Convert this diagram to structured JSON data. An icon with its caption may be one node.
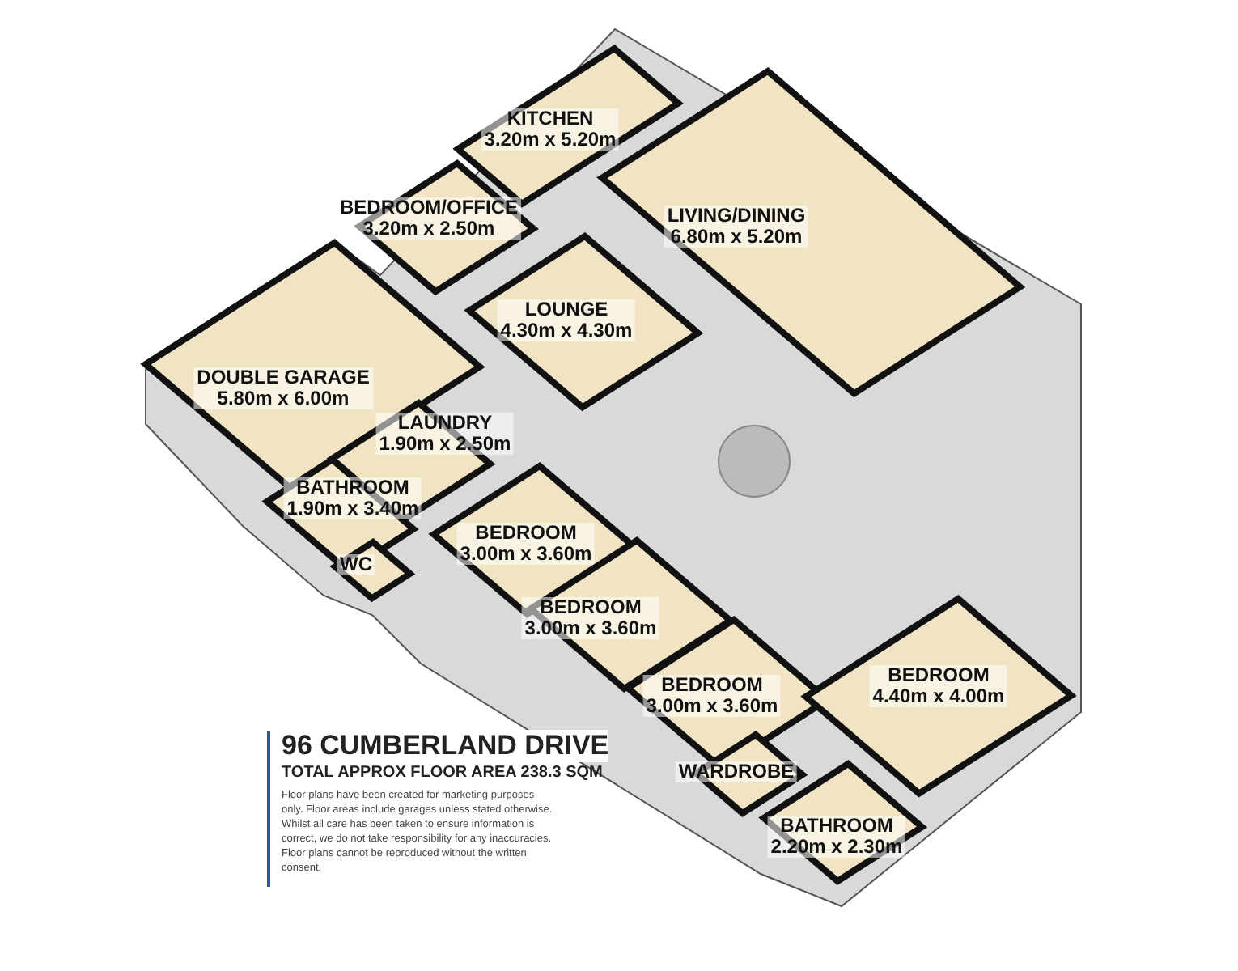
{
  "diagram": {
    "title": "96 CUMBERLAND DRIVE",
    "nodes": [
      {
        "text": [
          "KITCHEN",
          "3.20m x 5.20m"
        ]
      },
      {
        "text": [
          "BEDROOM/OFFICE",
          "3.20m x 2.50m"
        ]
      },
      {
        "text": [
          "LIVING/DINING",
          "6.80m x 5.20m"
        ]
      },
      {
        "text": [
          "LOUNGE",
          "4.30m x 4.30m"
        ]
      },
      {
        "text": [
          "DOUBLE GARAGE",
          "5.80m x 6.00m"
        ]
      },
      {
        "text": [
          "LAUNDRY",
          "1.90m x 2.50m"
        ]
      },
      {
        "text": [
          "BATHROOM",
          "1.90m x 3.40m"
        ]
      },
      {
        "text": [
          "WC"
        ]
      },
      {
        "text": [
          "BEDROOM",
          "3.00m x 3.60m"
        ]
      },
      {
        "text": [
          "BEDROOM",
          "3.00m x 3.60m"
        ]
      },
      {
        "text": [
          "BEDROOM",
          "3.00m x 3.60m"
        ]
      },
      {
        "text": [
          "BEDROOM",
          "4.40m x 4.00m"
        ]
      },
      {
        "text": [
          "WARDROBE"
        ]
      },
      {
        "text": [
          "BATHROOM",
          "2.20m x 2.30m"
        ]
      }
    ],
    "labels": [
      "TOTAL APPROX FLOOR AREA 238.3 SQM",
      "Floor plans have been created for marketing purposes only. Floor areas include garages unless stated otherwise. Whilst all care has been taken to ensure information is correct, we do not take responsibility for any inaccuracies. Floor plans cannot be reproduced without the written consent."
    ]
  }
}
